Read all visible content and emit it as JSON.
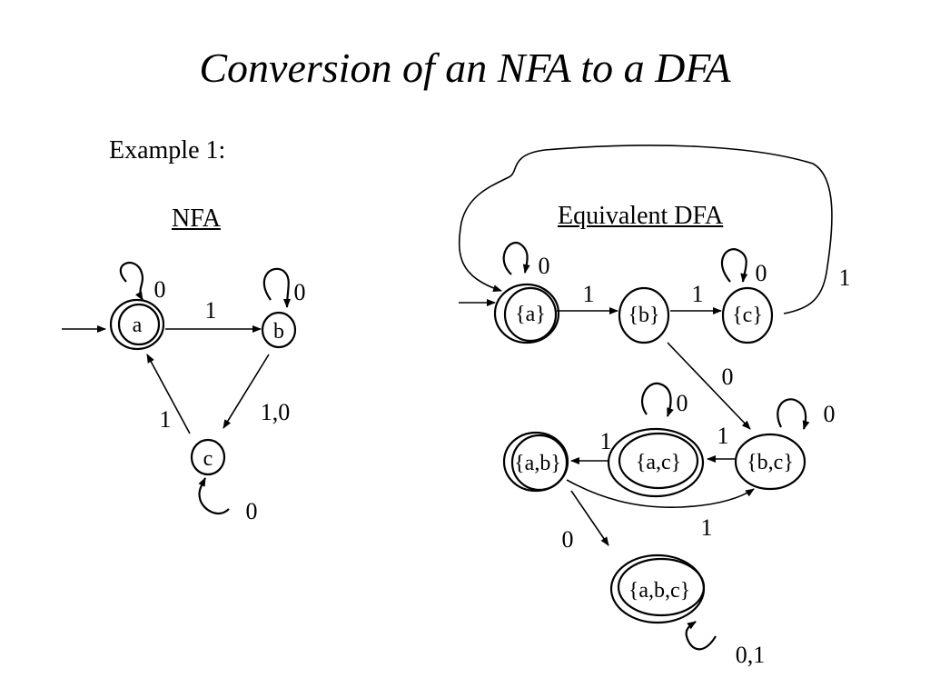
{
  "title": "Conversion of an NFA to a DFA",
  "example_label": "Example 1:",
  "nfa": {
    "heading": "NFA",
    "states": [
      {
        "id": "a",
        "label": "a",
        "start": true,
        "accepting": true
      },
      {
        "id": "b",
        "label": "b",
        "start": false,
        "accepting": false
      },
      {
        "id": "c",
        "label": "c",
        "start": false,
        "accepting": false
      }
    ],
    "transitions": [
      {
        "from": "a",
        "to": "a",
        "label": "0"
      },
      {
        "from": "a",
        "to": "b",
        "label": "1"
      },
      {
        "from": "b",
        "to": "b",
        "label": "0"
      },
      {
        "from": "b",
        "to": "c",
        "label": "1,0"
      },
      {
        "from": "c",
        "to": "a",
        "label": "1"
      },
      {
        "from": "c",
        "to": "c",
        "label": "0"
      }
    ]
  },
  "dfa": {
    "heading": "Equivalent DFA",
    "states": [
      {
        "id": "a",
        "label": "{a}",
        "start": true,
        "accepting": true
      },
      {
        "id": "b",
        "label": "{b}",
        "start": false,
        "accepting": false
      },
      {
        "id": "c",
        "label": "{c}",
        "start": false,
        "accepting": false
      },
      {
        "id": "ab",
        "label": "{a,b}",
        "start": false,
        "accepting": true
      },
      {
        "id": "ac",
        "label": "{a,c}",
        "start": false,
        "accepting": true
      },
      {
        "id": "bc",
        "label": "{b,c}",
        "start": false,
        "accepting": false
      },
      {
        "id": "abc",
        "label": "{a,b,c}",
        "start": false,
        "accepting": true
      }
    ],
    "transitions": [
      {
        "from": "a",
        "to": "a",
        "label": "0"
      },
      {
        "from": "a",
        "to": "b",
        "label": "1"
      },
      {
        "from": "b",
        "to": "c",
        "label": "1"
      },
      {
        "from": "c",
        "to": "c",
        "label": "0"
      },
      {
        "from": "c",
        "to": "a",
        "label": "1"
      },
      {
        "from": "b",
        "to": "bc",
        "label": "0"
      },
      {
        "from": "bc",
        "to": "bc",
        "label": "0"
      },
      {
        "from": "bc",
        "to": "ac",
        "label": "1"
      },
      {
        "from": "ac",
        "to": "ac",
        "label": "0"
      },
      {
        "from": "ac",
        "to": "ab",
        "label": "1"
      },
      {
        "from": "ab",
        "to": "bc",
        "label": "1"
      },
      {
        "from": "ab",
        "to": "abc",
        "label": "0"
      },
      {
        "from": "abc",
        "to": "abc",
        "label": "0,1"
      }
    ]
  }
}
